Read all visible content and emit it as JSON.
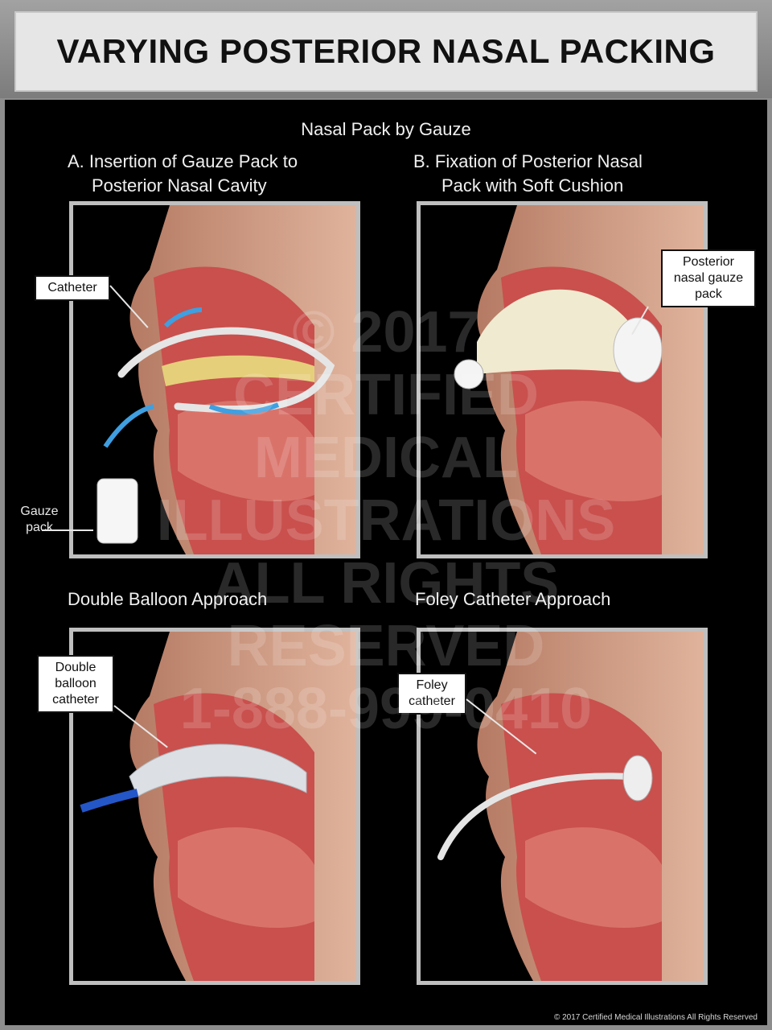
{
  "header": {
    "title": "VARYING POSTERIOR NASAL PACKING"
  },
  "section": {
    "title": "Nasal Pack by Gauze"
  },
  "panels": {
    "a": {
      "heading_line1": "A. Insertion of Gauze Pack to",
      "heading_line2": "Posterior Nasal Cavity",
      "callout_catheter": "Catheter",
      "label_gauze_line1": "Gauze",
      "label_gauze_line2": "pack"
    },
    "b": {
      "heading_line1": "B. Fixation of Posterior Nasal",
      "heading_line2": "Pack with Soft Cushion",
      "callout_line1": "Posterior",
      "callout_line2": "nasal gauze",
      "callout_line3": "pack"
    },
    "c": {
      "heading": "Double Balloon Approach",
      "callout_line1": "Double",
      "callout_line2": "balloon",
      "callout_line3": "catheter"
    },
    "d": {
      "heading": "Foley Catheter Approach",
      "callout_line1": "Foley",
      "callout_line2": "catheter"
    }
  },
  "watermark": {
    "line1": "© 2017",
    "line2": "CERTIFIED",
    "line3": "MEDICAL",
    "line4": "ILLUSTRATIONS",
    "line5": "ALL RIGHTS",
    "line6": "RESERVED",
    "line7": "1-888-999-0410"
  },
  "footer": {
    "copyright": "© 2017 Certified Medical Illustrations All Rights Reserved"
  },
  "colors": {
    "background": "#000000",
    "frame": "#bfbfbf",
    "tissue": "#c9504d",
    "skin": "#d9a48a",
    "arrow": "#3f9fe0",
    "gauze": "#f0ead0",
    "balloon_blue": "#2456c8"
  }
}
